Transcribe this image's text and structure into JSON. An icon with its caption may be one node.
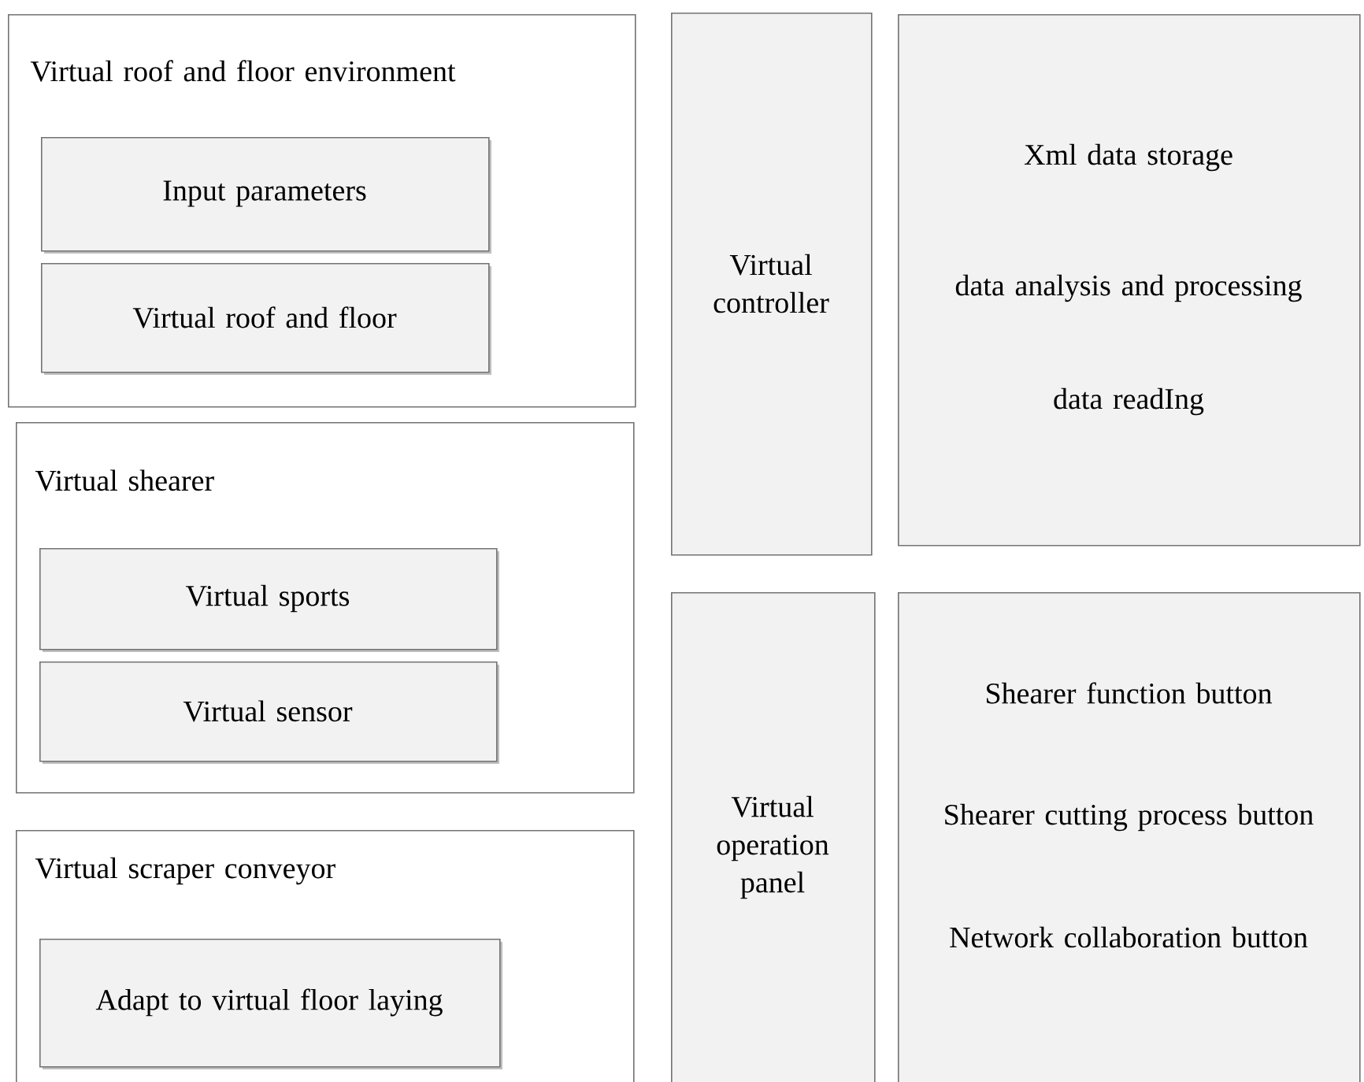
{
  "diagram": {
    "nodes": [
      {
        "text": [
          "Virtual roof and floor environment"
        ]
      },
      {
        "text": [
          "Input parameters"
        ],
        "in": 0
      },
      {
        "text": [
          "Virtual roof and floor"
        ],
        "in": 0
      },
      {
        "text": [
          "Virtual shearer"
        ]
      },
      {
        "text": [
          "Virtual sports"
        ],
        "in": 3
      },
      {
        "text": [
          "Virtual sensor"
        ],
        "in": 3
      },
      {
        "text": [
          "Virtual scraper conveyor"
        ]
      },
      {
        "text": [
          "Adapt to virtual floor laying"
        ],
        "in": 6
      },
      {
        "text": [
          "Virtual controller"
        ]
      },
      {
        "text": [
          "Xml data storage",
          "data analysis and processing",
          "data readIng"
        ]
      },
      {
        "text": [
          "Virtual operation panel"
        ]
      },
      {
        "text": [
          "Shearer function button",
          "Shearer cutting process button",
          "Network collaboration button"
        ]
      }
    ]
  }
}
